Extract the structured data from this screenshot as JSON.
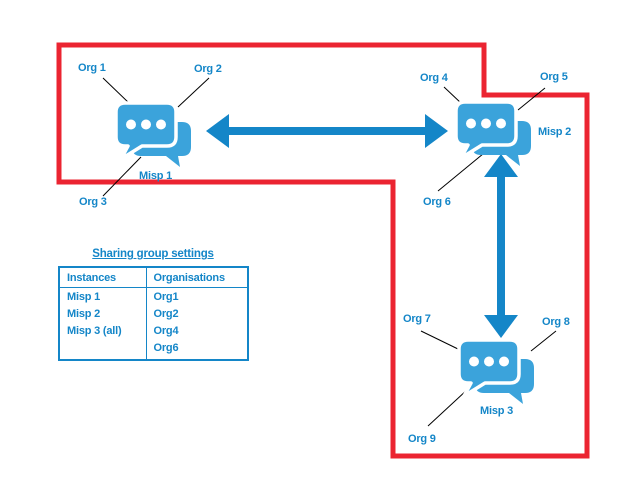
{
  "diagram": {
    "misp_labels": {
      "misp1": "Misp 1",
      "misp2": "Misp 2",
      "misp3": "Misp 3"
    },
    "org_labels": {
      "org1": "Org 1",
      "org2": "Org 2",
      "org3": "Org 3",
      "org4": "Org 4",
      "org5": "Org 5",
      "org6": "Org 6",
      "org7": "Org 7",
      "org8": "Org 8",
      "org9": "Org 9"
    },
    "icons": {
      "misp_instance": "chat-bubbles-icon",
      "arrow_horizontal": "double-headed-arrow",
      "arrow_vertical": "double-headed-arrow"
    },
    "colors": {
      "accent_blue": "#1486C8",
      "icon_blue": "#3BA3DB",
      "boundary_red": "#EB2431"
    }
  },
  "table": {
    "title": "Sharing group settings",
    "headers": [
      "Instances",
      "Organisations"
    ],
    "rows": [
      [
        "Misp 1",
        "Org1"
      ],
      [
        "Misp 2",
        "Org2"
      ],
      [
        "Misp 3 (all)",
        "Org4"
      ],
      [
        "",
        "Org6"
      ]
    ]
  }
}
